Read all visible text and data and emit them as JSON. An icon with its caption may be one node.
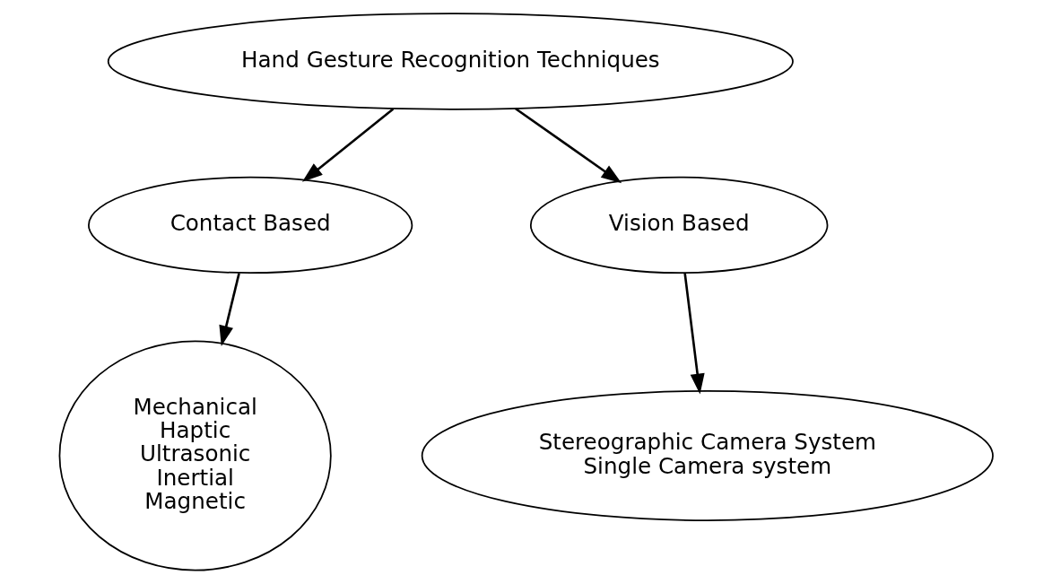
{
  "diagram": {
    "nodes": [
      {
        "text": [
          "Hand Gesture Recognition Techniques"
        ]
      },
      {
        "text": [
          "Contact Based"
        ]
      },
      {
        "text": [
          "Vision Based"
        ]
      },
      {
        "text": [
          "Mechanical",
          "Haptic",
          "Ultrasonic",
          "Inertial",
          "Magnetic"
        ]
      },
      {
        "text": [
          "Stereographic Camera System",
          "Single Camera system"
        ]
      }
    ],
    "edges": [
      {
        "from": 0,
        "to": 1,
        "arrow": "to"
      },
      {
        "from": 0,
        "to": 2,
        "arrow": "to"
      },
      {
        "from": 1,
        "to": 3,
        "arrow": "to"
      },
      {
        "from": 2,
        "to": 4,
        "arrow": "to"
      }
    ]
  }
}
